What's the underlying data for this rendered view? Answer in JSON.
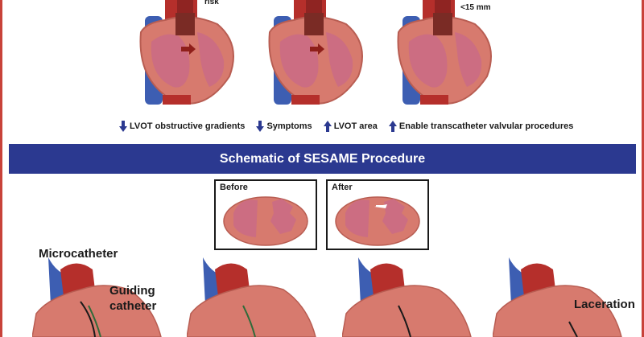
{
  "top_labels": {
    "risk": "risk",
    "size": "<15 mm"
  },
  "effects": [
    {
      "direction": "down",
      "text": "LVOT obstructive gradients"
    },
    {
      "direction": "down",
      "text": "Symptoms"
    },
    {
      "direction": "up",
      "text": "LVOT area"
    },
    {
      "direction": "up",
      "text": "Enable transcatheter valvular procedures"
    }
  ],
  "banner": {
    "title": "Schematic of SESAME Procedure"
  },
  "schematic": {
    "before_label": "Before",
    "after_label": "After"
  },
  "bottom_labels": {
    "microcatheter": "Microcatheter",
    "guiding_catheter_line1": "Guiding",
    "guiding_catheter_line2": "catheter",
    "laceration": "Laceration"
  },
  "colors": {
    "banner": "#2b3990",
    "arrow": "#2b3990",
    "frame": "#c8423a",
    "myocardium": "#d77a6e",
    "cavity": "#cc6d82",
    "vein": "#3d5eb2",
    "artery": "#b52f2b"
  }
}
